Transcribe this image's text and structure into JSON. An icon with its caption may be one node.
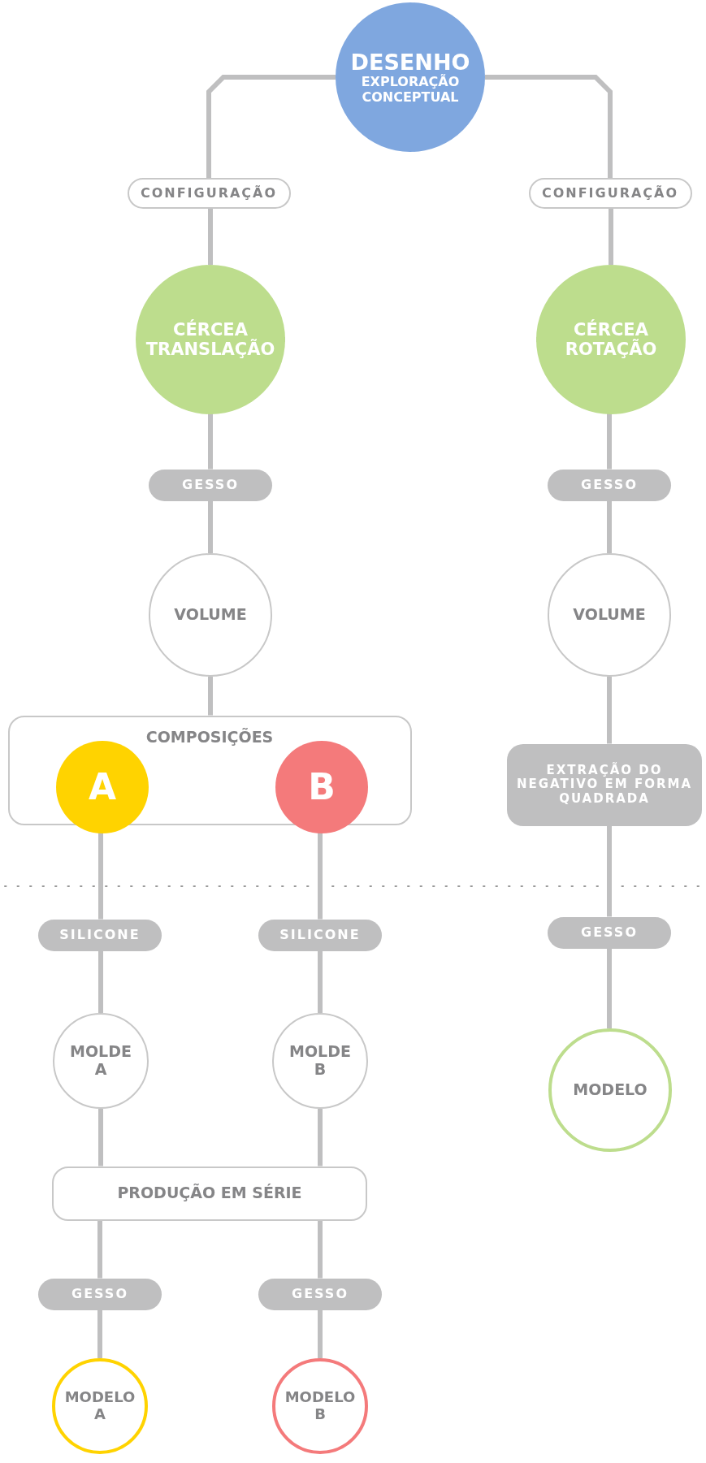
{
  "diagram": {
    "nodes": [
      {
        "text": [
          "DESENHO",
          "EXPLORAÇÃO CONCEPTUAL"
        ]
      },
      {
        "text": [
          "CONFIGURAÇÃO"
        ]
      },
      {
        "text": [
          "CONFIGURAÇÃO"
        ]
      },
      {
        "text": [
          "CÉRCEA TRANSLAÇÃO"
        ]
      },
      {
        "text": [
          "CÉRCEA ROTAÇÃO"
        ]
      },
      {
        "text": [
          "GESSO"
        ]
      },
      {
        "text": [
          "GESSO"
        ]
      },
      {
        "text": [
          "VOLUME"
        ]
      },
      {
        "text": [
          "VOLUME"
        ]
      },
      {
        "text": [
          "COMPOSIÇÕES"
        ]
      },
      {
        "text": [
          "A"
        ],
        "in": 9
      },
      {
        "text": [
          "B"
        ],
        "in": 9
      },
      {
        "text": [
          "EXTRAÇÃO DO NEGATIVO EM FORMA QUADRADA"
        ]
      },
      {
        "text": [
          "SILICONE"
        ]
      },
      {
        "text": [
          "SILICONE"
        ]
      },
      {
        "text": [
          "GESSO"
        ]
      },
      {
        "text": [
          "MOLDE A"
        ]
      },
      {
        "text": [
          "MOLDE B"
        ]
      },
      {
        "text": [
          "MODELO"
        ]
      },
      {
        "text": [
          "PRODUÇÃO EM SÉRIE"
        ]
      },
      {
        "text": [
          "GESSO"
        ]
      },
      {
        "text": [
          "GESSO"
        ]
      },
      {
        "text": [
          "MODELO A"
        ]
      },
      {
        "text": [
          "MODELO B"
        ]
      }
    ],
    "edges": [
      {
        "from": 0,
        "to": 1,
        "arrow": "none"
      },
      {
        "from": 0,
        "to": 2,
        "arrow": "none"
      },
      {
        "from": 1,
        "to": 3,
        "arrow": "none"
      },
      {
        "from": 2,
        "to": 4,
        "arrow": "none"
      },
      {
        "from": 3,
        "to": 5,
        "arrow": "none"
      },
      {
        "from": 4,
        "to": 6,
        "arrow": "none"
      },
      {
        "from": 5,
        "to": 7,
        "arrow": "none"
      },
      {
        "from": 6,
        "to": 8,
        "arrow": "none"
      },
      {
        "from": 7,
        "to": 9,
        "arrow": "none"
      },
      {
        "from": 8,
        "to": 12,
        "arrow": "none"
      },
      {
        "from": 10,
        "to": 13,
        "arrow": "none"
      },
      {
        "from": 11,
        "to": 14,
        "arrow": "none"
      },
      {
        "from": 12,
        "to": 15,
        "arrow": "none"
      },
      {
        "from": 13,
        "to": 16,
        "arrow": "none"
      },
      {
        "from": 14,
        "to": 17,
        "arrow": "none"
      },
      {
        "from": 15,
        "to": 18,
        "arrow": "none"
      },
      {
        "from": 16,
        "to": 19,
        "arrow": "none"
      },
      {
        "from": 17,
        "to": 19,
        "arrow": "none"
      },
      {
        "from": 19,
        "to": 20,
        "arrow": "none"
      },
      {
        "from": 19,
        "to": 21,
        "arrow": "none"
      },
      {
        "from": 20,
        "to": 22,
        "arrow": "none"
      },
      {
        "from": 21,
        "to": 23,
        "arrow": "none"
      }
    ]
  }
}
